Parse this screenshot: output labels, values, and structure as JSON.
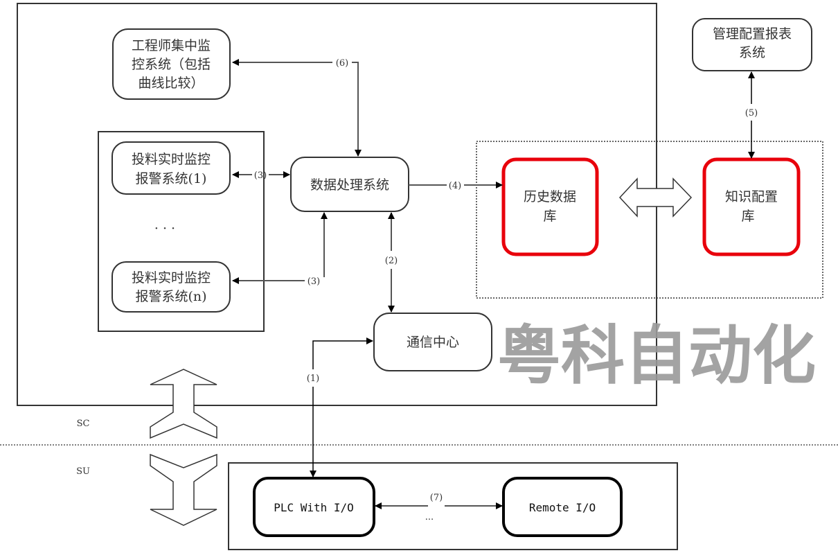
{
  "nodes": {
    "engineer": [
      "工程师集中监",
      "控系统（包括",
      "曲线比较）"
    ],
    "feed1": [
      "投料实时监控",
      "报警系统(1)"
    ],
    "ellipsis": "· · ·",
    "feedn": [
      "投料实时监控",
      "报警系统(n)"
    ],
    "data_proc": "数据处理系统",
    "comm": "通信中心",
    "history_db": [
      "历史数据",
      "库"
    ],
    "knowledge_db": [
      "知识配置",
      "库"
    ],
    "mgmt": [
      "管理配置报表",
      "系统"
    ],
    "plc": "PLC With I/O",
    "remote": "Remote I/O"
  },
  "links": {
    "l1": "(1)",
    "l2": "(2)",
    "l3a": "(3)",
    "l3b": "(3)",
    "l4": "(4)",
    "l5": "(5)",
    "l6": "(6)",
    "l7": "(7)",
    "dots7": "..."
  },
  "layers": {
    "sc": "SC",
    "su": "SU"
  },
  "watermark": "粤科自动化",
  "colors": {
    "db_border": "#e8000b"
  }
}
